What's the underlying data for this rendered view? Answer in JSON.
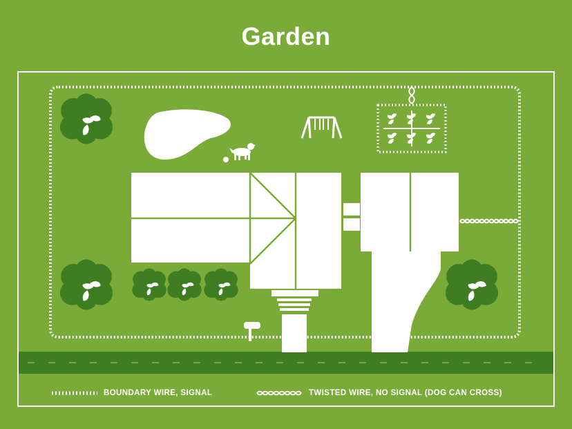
{
  "title": "Garden",
  "colors": {
    "background": "#7aab38",
    "shrub_dark": "#3f7d22",
    "road": "#3f7d22",
    "white": "#ffffff"
  },
  "legend": {
    "boundary": {
      "label": "BOUNDARY WIRE, SIGNAL",
      "icon": "dotted-line-icon"
    },
    "twisted": {
      "label": "TWISTED WIRE, NO SIGNAL (DOG CAN CROSS)",
      "icon": "twisted-wire-icon"
    }
  },
  "icons": [
    "pond-icon",
    "dog-icon",
    "ball-icon",
    "swing-set-icon",
    "vegetable-bed-icon",
    "shrub-icon",
    "mailbox-icon",
    "house-icon",
    "garage-icon",
    "driveway-icon",
    "road-icon"
  ]
}
